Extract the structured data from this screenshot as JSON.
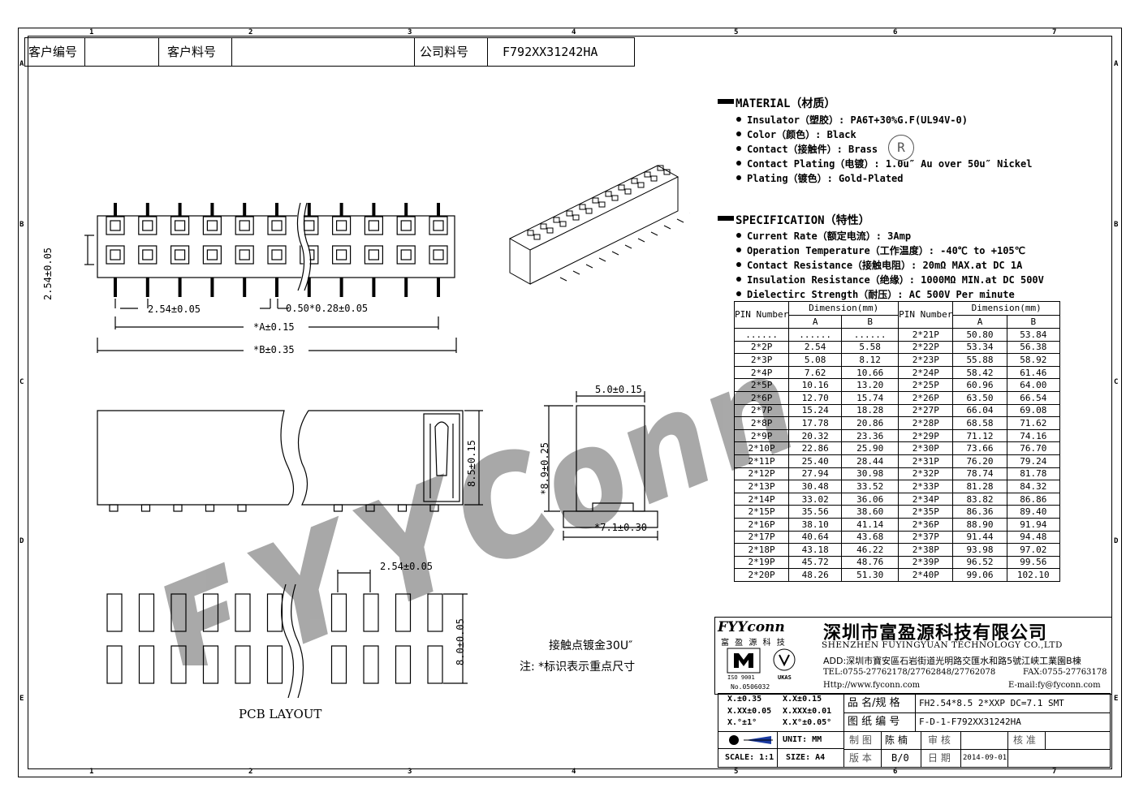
{
  "zones": {
    "columns": [
      "1",
      "2",
      "3",
      "4",
      "5",
      "6",
      "7"
    ],
    "rows": [
      "A",
      "B",
      "C",
      "D",
      "E"
    ]
  },
  "header": {
    "customer_no_label": "客户编号",
    "customer_no_value": "",
    "customer_part_label": "客户料号",
    "customer_part_value": "",
    "company_part_label": "公司料号",
    "company_part_value": "F792XX31242HA"
  },
  "material": {
    "title": "MATERIAL（材质）",
    "items": [
      "Insulator（塑胶）: PA6T+30%G.F(UL94V-0)",
      "Color（颜色）: Black",
      "Contact（接触件）: Brass",
      "Contact Plating（电镀）: 1.0u″ Au  over 50u″ Nickel",
      "Plating（镀色）: Gold-Plated"
    ],
    "registered_mark": "R"
  },
  "specification": {
    "title": "SPECIFICATION（特性）",
    "items": [
      "Current Rate（额定电流）:   3Amp",
      "Operation Temperature（工作温度）: -40℃ to +105℃",
      "Contact Resistance（接触电阻）: 20mΩ MAX.at DC 1A",
      "Insulation Resistance（绝缘）: 1000MΩ MIN.at DC 500V",
      "Dielectirc Strength（耐压）: AC 500V Per minute"
    ]
  },
  "dimension_table": {
    "pin_header": "PIN Number",
    "dim_header": "Dimension(mm)",
    "col_a": "A",
    "col_b": "B",
    "left": [
      [
        "......",
        "......",
        "......"
      ],
      [
        "2*2P",
        "2.54",
        "5.58"
      ],
      [
        "2*3P",
        "5.08",
        "8.12"
      ],
      [
        "2*4P",
        "7.62",
        "10.66"
      ],
      [
        "2*5P",
        "10.16",
        "13.20"
      ],
      [
        "2*6P",
        "12.70",
        "15.74"
      ],
      [
        "2*7P",
        "15.24",
        "18.28"
      ],
      [
        "2*8P",
        "17.78",
        "20.86"
      ],
      [
        "2*9P",
        "20.32",
        "23.36"
      ],
      [
        "2*10P",
        "22.86",
        "25.90"
      ],
      [
        "2*11P",
        "25.40",
        "28.44"
      ],
      [
        "2*12P",
        "27.94",
        "30.98"
      ],
      [
        "2*13P",
        "30.48",
        "33.52"
      ],
      [
        "2*14P",
        "33.02",
        "36.06"
      ],
      [
        "2*15P",
        "35.56",
        "38.60"
      ],
      [
        "2*16P",
        "38.10",
        "41.14"
      ],
      [
        "2*17P",
        "40.64",
        "43.68"
      ],
      [
        "2*18P",
        "43.18",
        "46.22"
      ],
      [
        "2*19P",
        "45.72",
        "48.76"
      ],
      [
        "2*20P",
        "48.26",
        "51.30"
      ]
    ],
    "right": [
      [
        "2*21P",
        "50.80",
        "53.84"
      ],
      [
        "2*22P",
        "53.34",
        "56.38"
      ],
      [
        "2*23P",
        "55.88",
        "58.92"
      ],
      [
        "2*24P",
        "58.42",
        "61.46"
      ],
      [
        "2*25P",
        "60.96",
        "64.00"
      ],
      [
        "2*26P",
        "63.50",
        "66.54"
      ],
      [
        "2*27P",
        "66.04",
        "69.08"
      ],
      [
        "2*28P",
        "68.58",
        "71.62"
      ],
      [
        "2*29P",
        "71.12",
        "74.16"
      ],
      [
        "2*30P",
        "73.66",
        "76.70"
      ],
      [
        "2*31P",
        "76.20",
        "79.24"
      ],
      [
        "2*32P",
        "78.74",
        "81.78"
      ],
      [
        "2*33P",
        "81.28",
        "84.32"
      ],
      [
        "2*34P",
        "83.82",
        "86.86"
      ],
      [
        "2*35P",
        "86.36",
        "89.40"
      ],
      [
        "2*36P",
        "88.90",
        "91.94"
      ],
      [
        "2*37P",
        "91.44",
        "94.48"
      ],
      [
        "2*38P",
        "93.98",
        "97.02"
      ],
      [
        "2*39P",
        "96.52",
        "99.56"
      ],
      [
        "2*40P",
        "99.06",
        "102.10"
      ]
    ]
  },
  "drawing": {
    "pitch_top": "2.54±0.05",
    "pin_width": "0.50*0.28±0.05",
    "dim_a": "*A±0.15",
    "dim_b": "*B±0.35",
    "row_pitch": "2.54±0.05",
    "height": "8.5±0.15",
    "side_width": "5.0±0.15",
    "side_height": "*8.9±0.25",
    "side_base": "*7.1±0.30",
    "pcb_pitch": "2.54±0.05",
    "pcb_height": "8.0±0.05",
    "pcb_label": "PCB  LAYOUT",
    "note_plating": "接触点镀金30U″",
    "note_mark": "注: *标识表示重点尺寸"
  },
  "company": {
    "logo_text": "FYYconn",
    "logo_sub": "富 盈 源 科 技",
    "name_cn": "深圳市富盈源科技有限公司",
    "name_en": "SHENZHEN FUYINGYUAN TECHNOLOGY CO.,LTD",
    "address": "ADD:深圳市寶安區石岩街道光明路交匯水和路5號江峡工業園B棟",
    "tel": "TEL:0755-27762178/27762848/27762078",
    "fax": "FAX:0755-27763178",
    "web": "Http://www.fyconn.com",
    "email": "E-mail:fy@fyconn.com",
    "cert_no": "No.0506032",
    "cert_iso": "ISO 9001",
    "cert_ukas": "UKAS"
  },
  "title_block": {
    "tol_1": "X.±0.35",
    "tol_2": "X.X±0.15",
    "tol_3": "X.XX±0.05",
    "tol_4": "X.XXX±0.01",
    "tol_5": "X.°±1°",
    "tol_6": "X.X°±0.05°",
    "unit": "UNIT: MM",
    "scale": "SCALE: 1:1",
    "size": "SIZE: A4",
    "name_label": "品 名/规 格",
    "name_value": "FH2.54*8.5 2*XXP DC=7.1 SMT",
    "drawing_no_label": "图 纸 编 号",
    "drawing_no_value": "F-D-1-F792XX31242HA",
    "drawn_label": "制 图",
    "drawn_value": "陈 楠",
    "review_label": "审 核",
    "review_value": "",
    "approve_label": "核 准",
    "approve_value": "",
    "version_label": "版 本",
    "version_value": "B/0",
    "date_label": "日 期",
    "date_value": "2014-09-01"
  }
}
